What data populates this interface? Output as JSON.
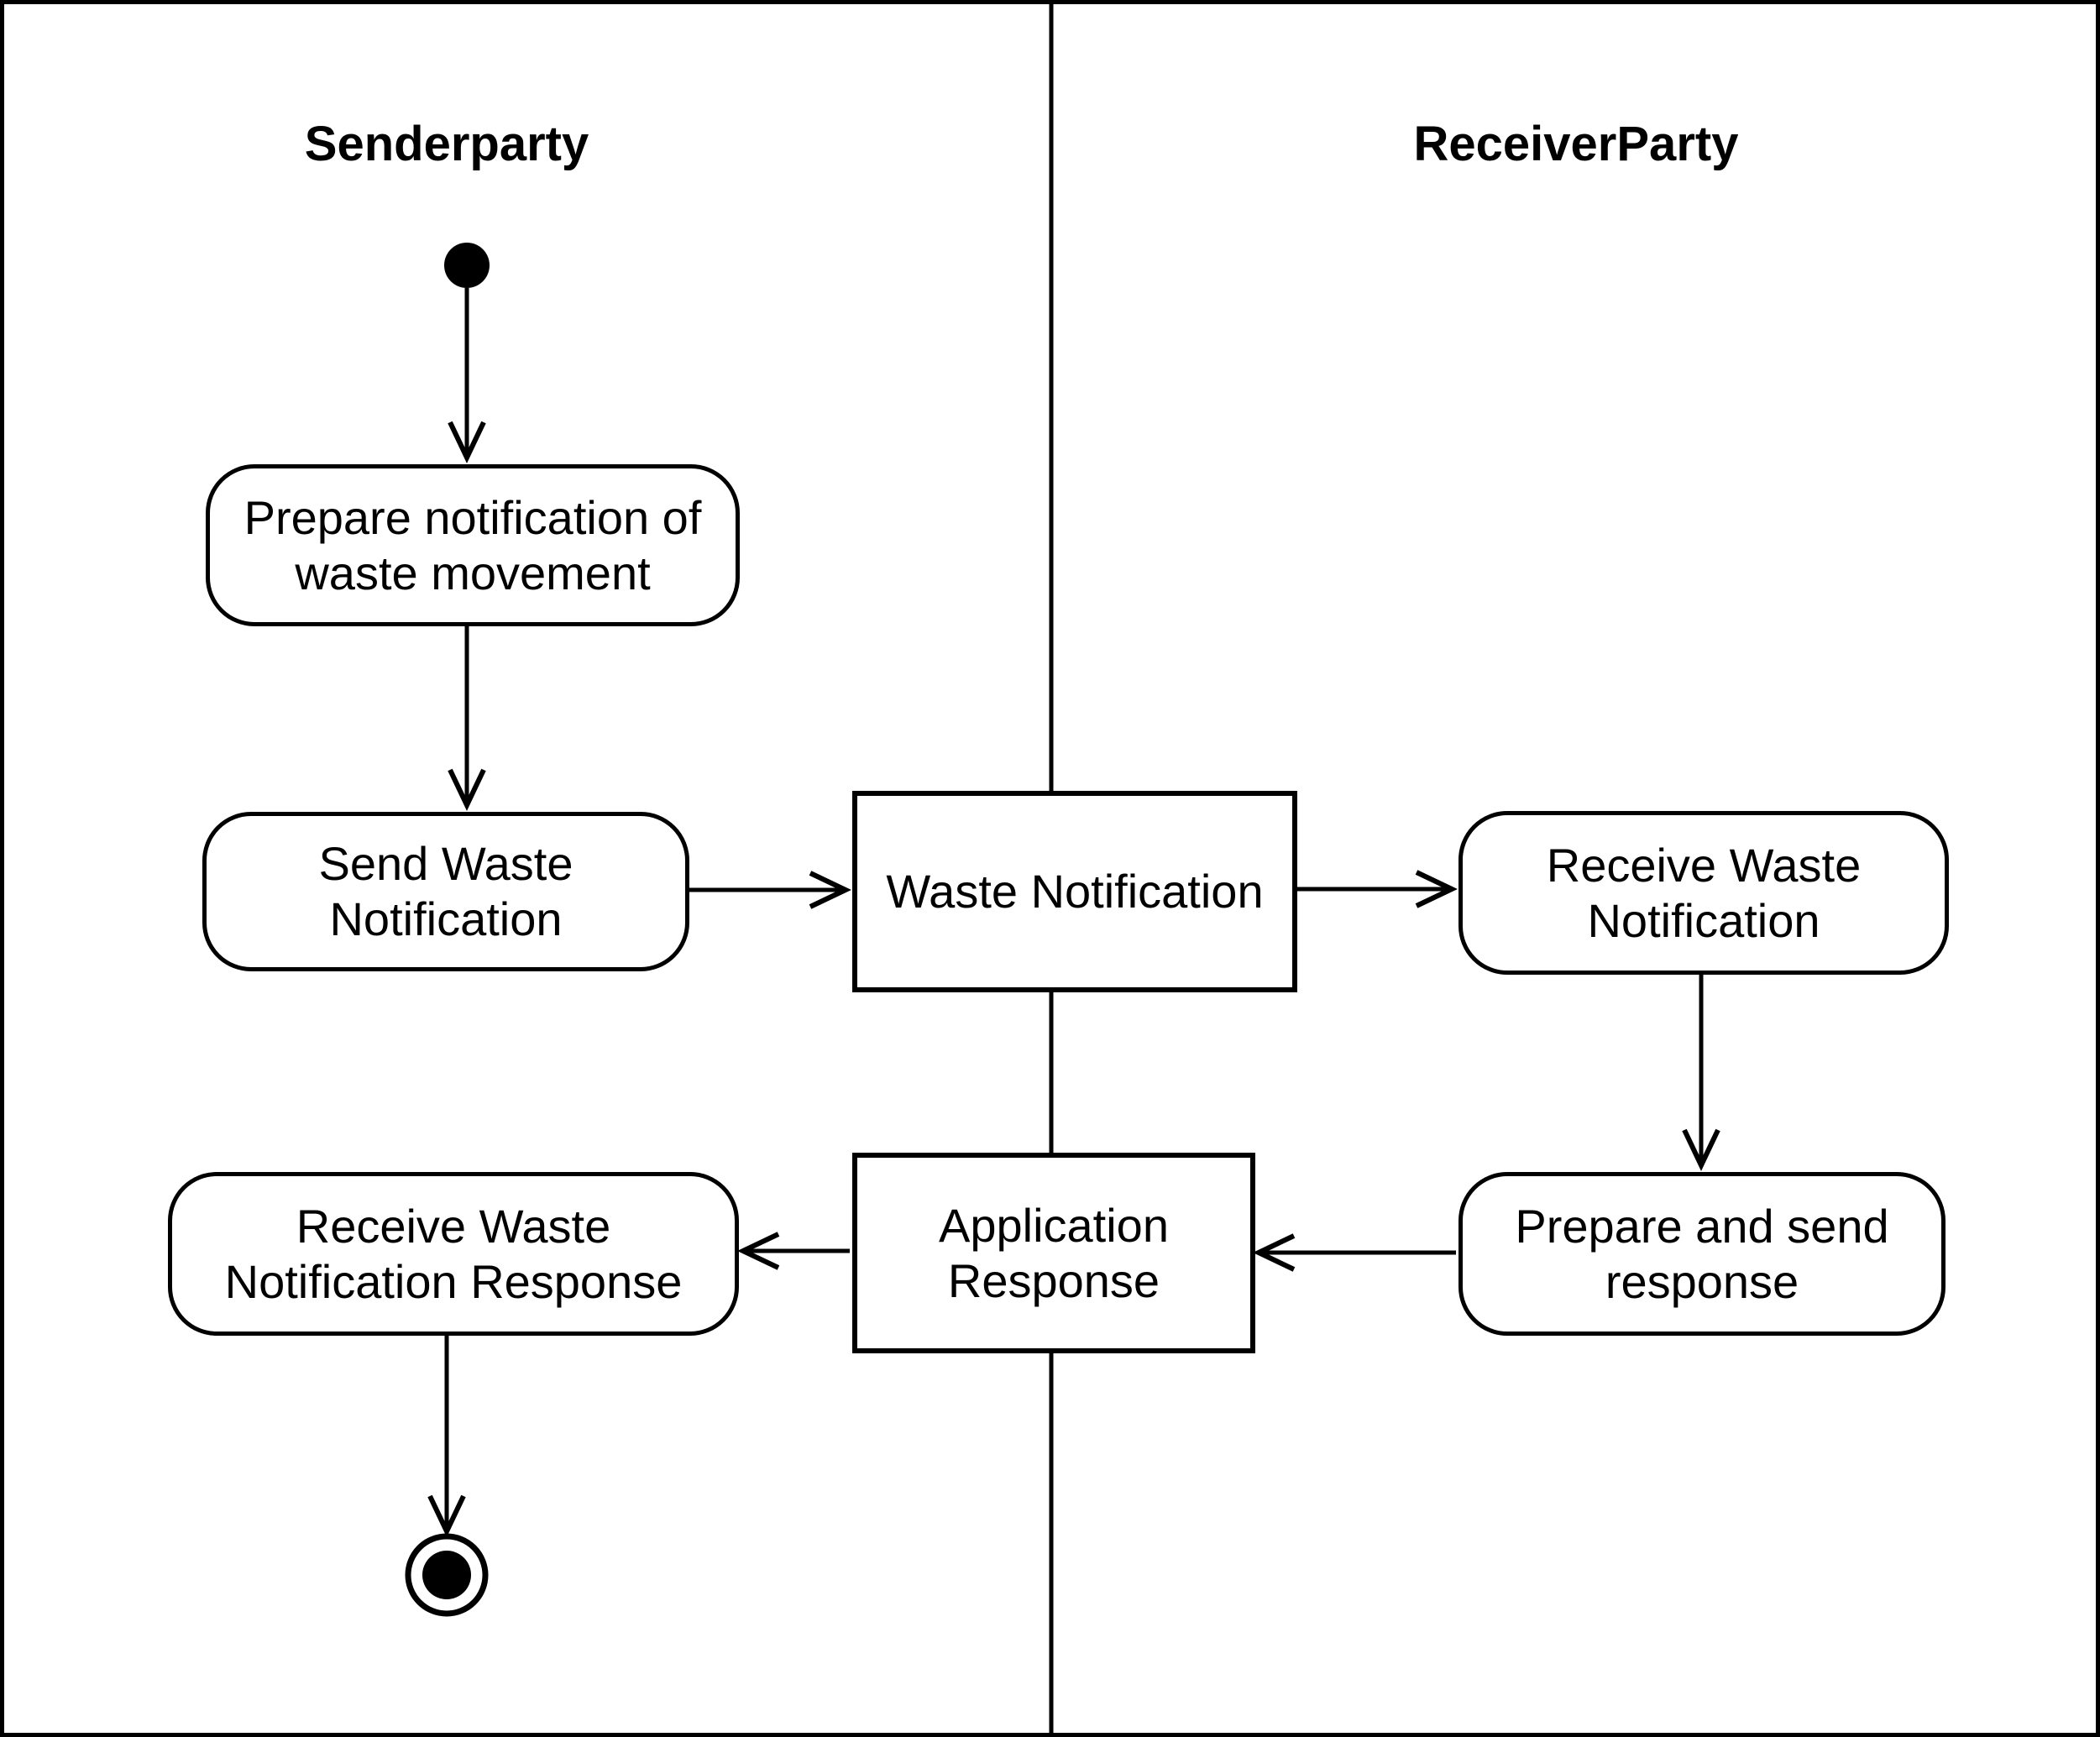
{
  "diagram": {
    "kind": "uml-activity-swimlane-diagram",
    "colors": {
      "stroke": "#000000",
      "background": "#ffffff"
    },
    "lanes": [
      {
        "id": "sender",
        "title": "Senderparty"
      },
      {
        "id": "receiver",
        "title": "ReceiverParty"
      }
    ],
    "nodes": {
      "start": {
        "kind": "initial-state",
        "lane": "sender",
        "label": ""
      },
      "prepare_notification": {
        "kind": "action",
        "lane": "sender",
        "label": "Prepare notification of waste movement"
      },
      "send_waste_notification": {
        "kind": "action",
        "lane": "sender",
        "label": "Send Waste Notification"
      },
      "waste_notification": {
        "kind": "object-message",
        "lane": "both",
        "label": "Waste Notification"
      },
      "receive_waste_notification": {
        "kind": "action",
        "lane": "receiver",
        "label": "Receive Waste Notification"
      },
      "prepare_and_send_response": {
        "kind": "action",
        "lane": "receiver",
        "label": "Prepare and send response"
      },
      "application_response": {
        "kind": "object-message",
        "lane": "both",
        "label": "Application Response"
      },
      "receive_waste_notification_response": {
        "kind": "action",
        "lane": "sender",
        "label": "Receive Waste Notification Response"
      },
      "end": {
        "kind": "final-state",
        "lane": "sender",
        "label": ""
      }
    },
    "edges": [
      {
        "from": "start",
        "to": "prepare_notification"
      },
      {
        "from": "prepare_notification",
        "to": "send_waste_notification"
      },
      {
        "from": "send_waste_notification",
        "to": "waste_notification"
      },
      {
        "from": "waste_notification",
        "to": "receive_waste_notification"
      },
      {
        "from": "receive_waste_notification",
        "to": "prepare_and_send_response"
      },
      {
        "from": "prepare_and_send_response",
        "to": "application_response"
      },
      {
        "from": "application_response",
        "to": "receive_waste_notification_response"
      },
      {
        "from": "receive_waste_notification_response",
        "to": "end"
      }
    ]
  }
}
